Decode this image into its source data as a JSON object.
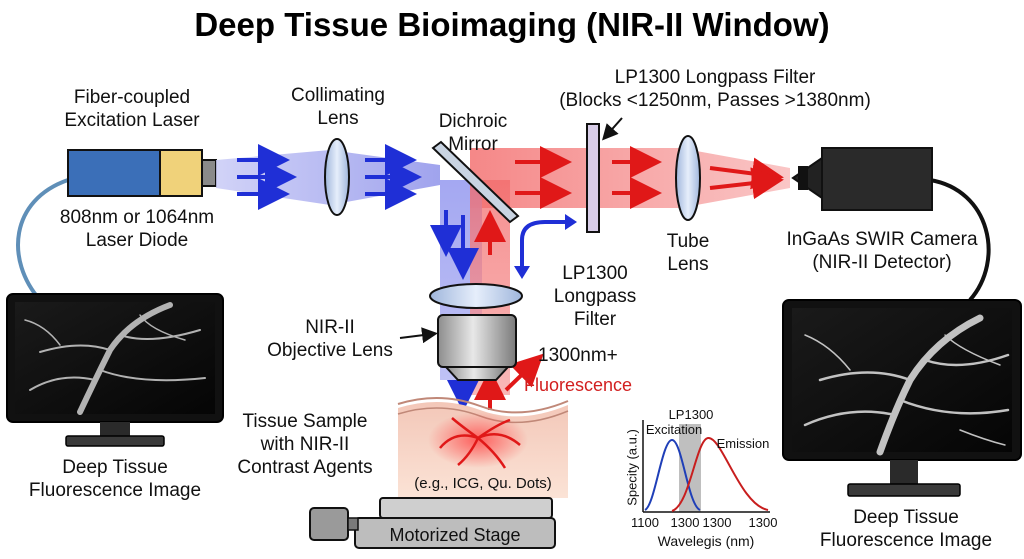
{
  "title": "Deep Tissue Bioimaging (NIR-II Window)",
  "laser": {
    "label_line1": "Fiber-coupled",
    "label_line2": "Excitation Laser",
    "spec_line1": "808nm or 1064nm",
    "spec_line2": "Laser Diode"
  },
  "collimating_lens": {
    "line1": "Collimating",
    "line2": "Lens"
  },
  "dichroic_mirror": {
    "line1": "Dichroic",
    "line2": "Mirror"
  },
  "filter_top": {
    "line1": "LP1300 Longpass Filter",
    "line2": "(Blocks <1250nm, Passes >1380nm)"
  },
  "filter_side": {
    "line1": "LP1300",
    "line2": "Longpass",
    "line3": "Filter"
  },
  "tube_lens": {
    "line1": "Tube",
    "line2": "Lens"
  },
  "camera": {
    "line1": "InGaAs SWIR Camera",
    "line2": "(NIR-II Detector)"
  },
  "objective": {
    "line1": "NIR-II",
    "line2": "Objective Lens"
  },
  "emission_arrow": {
    "wavelength": "1300nm+",
    "label": "Fluorescence"
  },
  "tissue": {
    "line1": "Tissue Sample",
    "line2": "with NIR-II",
    "line3": "Contrast Agents",
    "examples": "(e.g., ICG, Qu. Dots)"
  },
  "stage": {
    "label": "Motorized Stage"
  },
  "monitor_left": {
    "line1": "Deep Tissue",
    "line2": "Fluorescence Image"
  },
  "monitor_right": {
    "line1": "Deep Tissue",
    "line2": "Fluorescence Image"
  },
  "spectrum_chart": {
    "band_label": "LP1300",
    "excitation_label": "Excitation",
    "emission_label": "Emission",
    "ylabel": "Specity (a.u.)",
    "xlabel": "Wavelegis (nm)",
    "x_ticks": [
      "1100",
      "1300",
      "1300",
      "1300"
    ],
    "colors": {
      "excitation": "#1f3fb8",
      "emission": "#c81e1e",
      "band": "#b8b8b8"
    }
  },
  "colors": {
    "excitation_beam": "#8a8de8",
    "emission_beam": "#f06060",
    "arrow_blue": "#1f2fd6",
    "arrow_red": "#e01818",
    "laser_body": "#3b6fb8",
    "laser_cap": "#f0d27a"
  }
}
